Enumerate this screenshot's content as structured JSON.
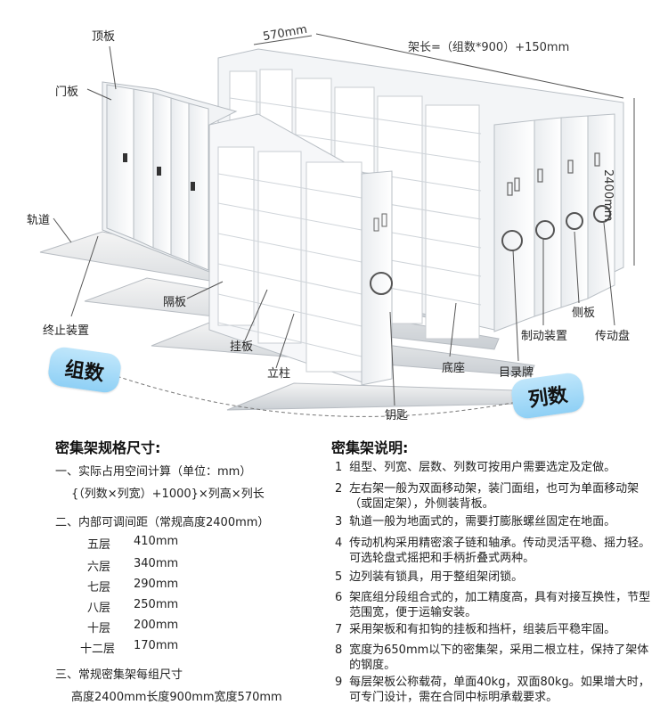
{
  "diagram": {
    "labels": {
      "top_plate": "顶板",
      "door_panel": "门板",
      "rail": "轨道",
      "stop_device": "终止装置",
      "partition": "隔板",
      "hanging_plate": "挂板",
      "column": "立柱",
      "base": "底座",
      "key": "钥匙",
      "catalog_card": "目录牌",
      "brake_device": "制动装置",
      "side_panel": "侧板",
      "drive_disc": "传动盘"
    },
    "dimensions": {
      "depth": "570mm",
      "length": "架长=（组数*900）+150mm",
      "height": "2400mm"
    },
    "badges": {
      "groups": "组数",
      "columns": "列数"
    }
  },
  "specs": {
    "title": "密集架规格尺寸:",
    "sec1_title": "一、实际占用空间计算（单位：mm）",
    "sec1_formula": "{（列数×列宽）+1000}×列高×列长",
    "sec2_title": "二、内部可调间距（常规高度2400mm）",
    "layers": [
      {
        "name": "五层",
        "value": "410mm"
      },
      {
        "name": "六层",
        "value": "340mm"
      },
      {
        "name": "七层",
        "value": "290mm"
      },
      {
        "name": "八层",
        "value": "250mm"
      },
      {
        "name": "十层",
        "value": "200mm"
      },
      {
        "name": "十二层",
        "value": "170mm"
      }
    ],
    "sec3_title": "三、常规密集架每组尺寸",
    "sec3_value": "高度2400mm长度900mm宽度570mm"
  },
  "notes": {
    "title": "密集架说明:",
    "items": [
      {
        "num": "1",
        "text": "组型、列宽、层数、列数可按用户需要选定及定做。"
      },
      {
        "num": "2",
        "text": "左右架一般为双面移动架，装门面组，也可为单面移动架（或固定架），外侧装背板。"
      },
      {
        "num": "3",
        "text": "轨道一般为地面式的，需要打膨胀螺丝固定在地面。"
      },
      {
        "num": "4",
        "text": "传动机构采用精密滚子链和轴承。传动灵活平稳、摇力轻。可选轮盘式摇把和手柄折叠式两种。"
      },
      {
        "num": "5",
        "text": "边列装有锁具，用于整组架闭锁。"
      },
      {
        "num": "6",
        "text": "架底组分段组合式的，加工精度高，具有对接互换性，节型范围宽，便于运输安装。"
      },
      {
        "num": "7",
        "text": "采用架板和有扣钩的挂板和挡杆，组装后平稳牢固。"
      },
      {
        "num": "8",
        "text": "宽度为650mm以下的密集架，采用二根立柱，保持了架体的钢度。"
      },
      {
        "num": "9",
        "text": "每层架板公称载荷，单面40kg，双面80kg。如果增大时，可专门设计，需在合同中标明承载要求。"
      }
    ]
  }
}
